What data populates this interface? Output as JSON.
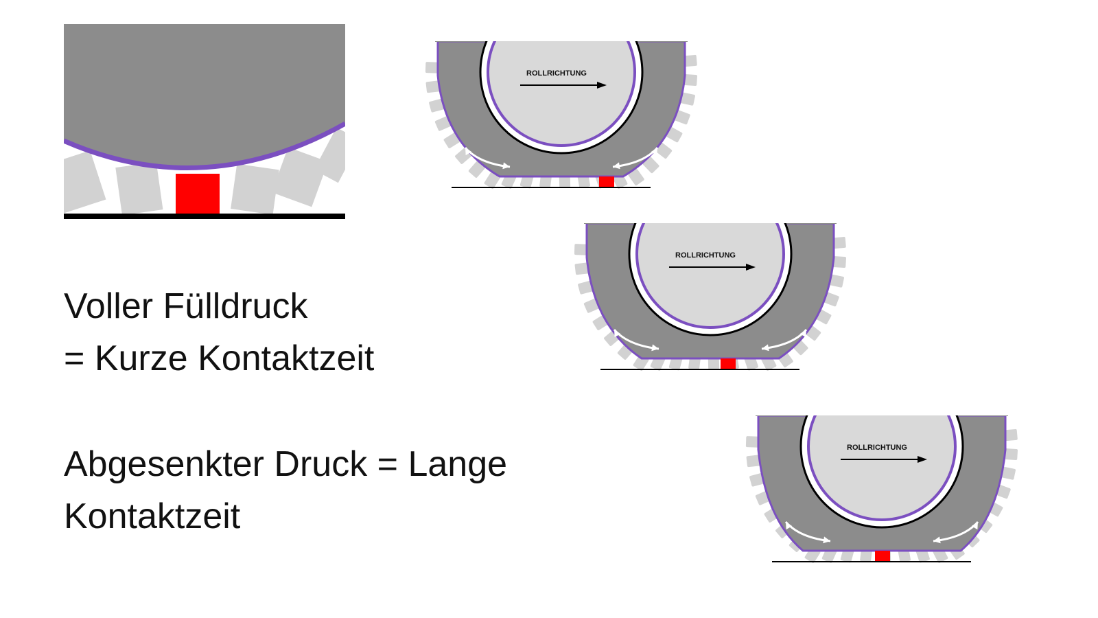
{
  "captions": {
    "full_pressure": [
      "Voller Fülldruck",
      "= Kurze Kontaktzeit"
    ],
    "reduced_pressure": [
      "Abgesenkter Druck = Lange",
      "Kontaktzeit"
    ]
  },
  "tire_label": "ROLLRICHTUNG",
  "tires": [
    {
      "label": "ROLLRICHTUNG"
    },
    {
      "label": "ROLLRICHTUNG"
    },
    {
      "label": "ROLLRICHTUNG"
    }
  ],
  "colors": {
    "tire_body": "#8c8c8c",
    "tread": "#d2d2d2",
    "rim": "#d9d9d9",
    "outline": "#7b4fc0",
    "contact_patch": "#ff0000",
    "ground": "#000000"
  },
  "icons": [
    "rolling-direction-arrow-icon",
    "deformation-arrow-icon"
  ]
}
